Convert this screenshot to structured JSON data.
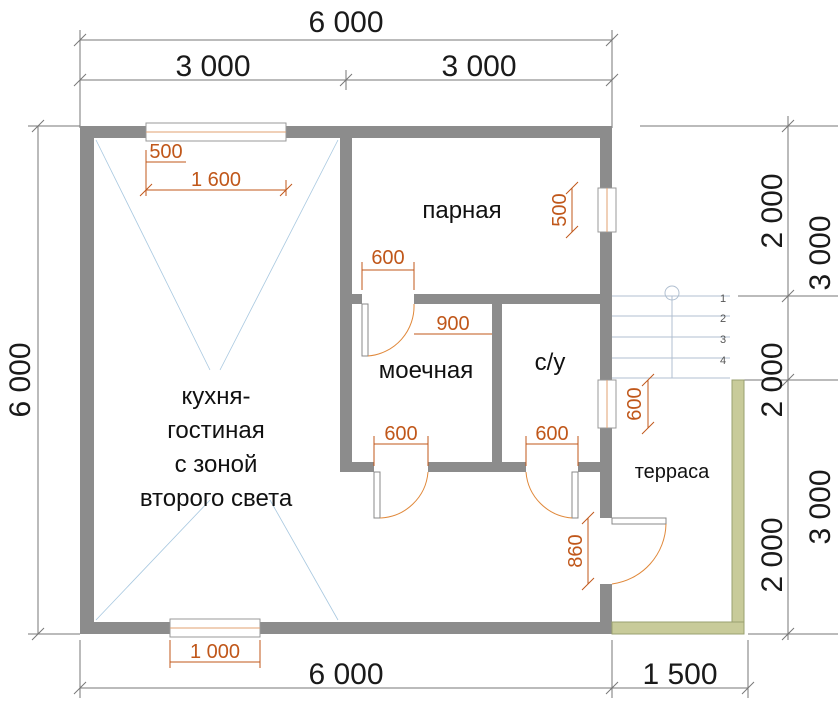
{
  "plan": {
    "dims": {
      "top_total": "6 000",
      "top_left": "3 000",
      "top_right": "3 000",
      "left_total": "6 000",
      "bottom_main": "6 000",
      "bottom_terrace": "1 500",
      "right_upper_a": "2 000",
      "right_upper_b": "3 000",
      "right_mid": "2 000",
      "right_lower_a": "2 000",
      "right_lower_b": "3 000"
    },
    "openings": {
      "window_top_sill": "500",
      "window_top_width": "1 600",
      "window_steam": "500",
      "door_steam": "600",
      "door_wash_top": "900",
      "window_wc": "600",
      "door_wash": "600",
      "door_wc": "600",
      "door_entry": "860",
      "window_bottom": "1 000"
    },
    "rooms": {
      "kitchen_l1": "кухня-",
      "kitchen_l2": "гостиная",
      "kitchen_l3": "с зоной",
      "kitchen_l4": "второго света",
      "steam": "парная",
      "wash": "моечная",
      "wc": "с/у",
      "terrace": "терраса"
    },
    "stairs": [
      "1",
      "2",
      "3",
      "4"
    ],
    "colors": {
      "wall": "#8c8c8c",
      "dimension": "#c0571a",
      "terrace_rail": "#b5b98a"
    }
  }
}
